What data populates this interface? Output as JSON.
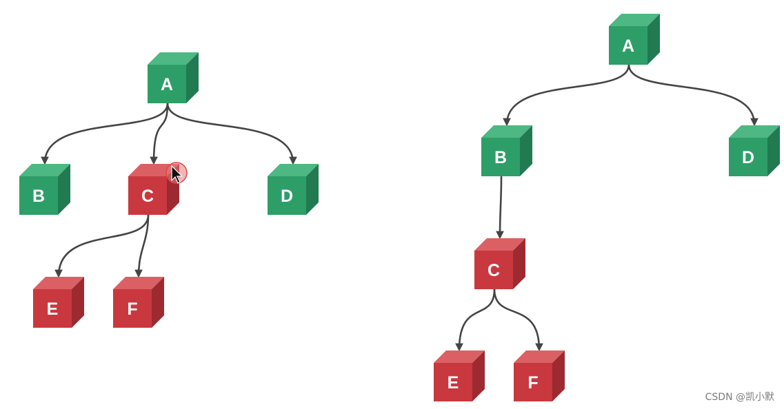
{
  "colors": {
    "green_front": "#2E9E68",
    "green_top": "#4DB883",
    "green_side": "#227A50",
    "red_front": "#C9383F",
    "red_top": "#DB6064",
    "red_side": "#9C2A30",
    "edge": "#444444"
  },
  "left_tree": {
    "nodes": [
      {
        "id": "L-A",
        "label": "A",
        "color": "green"
      },
      {
        "id": "L-B",
        "label": "B",
        "color": "green"
      },
      {
        "id": "L-C",
        "label": "C",
        "color": "red"
      },
      {
        "id": "L-D",
        "label": "D",
        "color": "green"
      },
      {
        "id": "L-E",
        "label": "E",
        "color": "red"
      },
      {
        "id": "L-F",
        "label": "F",
        "color": "red"
      }
    ],
    "edges": [
      [
        "L-A",
        "L-B"
      ],
      [
        "L-A",
        "L-C"
      ],
      [
        "L-A",
        "L-D"
      ],
      [
        "L-C",
        "L-E"
      ],
      [
        "L-C",
        "L-F"
      ]
    ]
  },
  "right_tree": {
    "nodes": [
      {
        "id": "R-A",
        "label": "A",
        "color": "green"
      },
      {
        "id": "R-B",
        "label": "B",
        "color": "green"
      },
      {
        "id": "R-D",
        "label": "D",
        "color": "green"
      },
      {
        "id": "R-C",
        "label": "C",
        "color": "red"
      },
      {
        "id": "R-E",
        "label": "E",
        "color": "red"
      },
      {
        "id": "R-F",
        "label": "F",
        "color": "red"
      }
    ],
    "edges": [
      [
        "R-A",
        "R-B"
      ],
      [
        "R-A",
        "R-D"
      ],
      [
        "R-B",
        "R-C"
      ],
      [
        "R-C",
        "R-E"
      ],
      [
        "R-C",
        "R-F"
      ]
    ]
  },
  "cursor_icon": "move-cursor-icon",
  "watermark": "CSDN @凯小默"
}
